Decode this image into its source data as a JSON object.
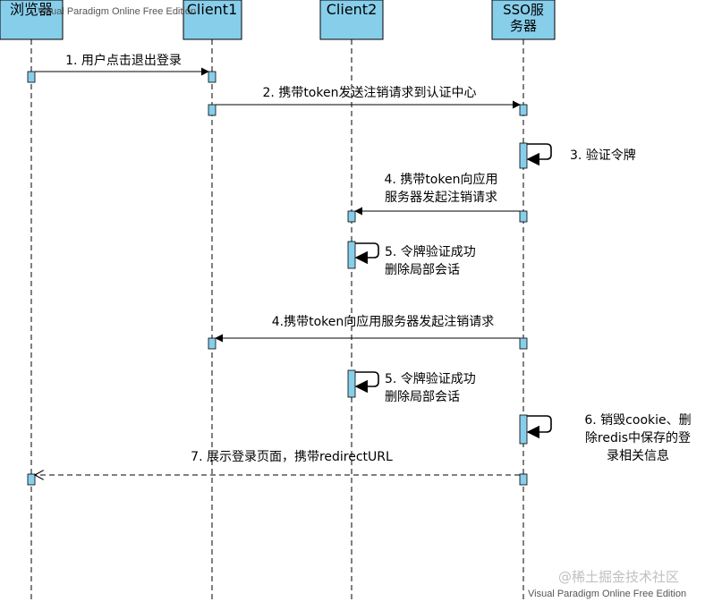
{
  "participants": [
    {
      "id": "browser",
      "label": "浏览器"
    },
    {
      "id": "client1",
      "label": "Client1"
    },
    {
      "id": "client2",
      "label": "Client2"
    },
    {
      "id": "sso",
      "label": "SSO服务器"
    }
  ],
  "messages": [
    {
      "id": "m1",
      "text": "1. 用户点击退出登录",
      "from": "browser",
      "to": "client1",
      "style": "solid"
    },
    {
      "id": "m2",
      "text": "2. 携带token发送注销请求到认证中心",
      "from": "client1",
      "to": "sso",
      "style": "solid"
    },
    {
      "id": "m3",
      "text": "3. 验证令牌",
      "from": "sso",
      "to": "sso",
      "style": "self"
    },
    {
      "id": "m4a",
      "text": "4. 携带token向应用服务器发起注销请求",
      "from": "sso",
      "to": "client2",
      "style": "solid"
    },
    {
      "id": "m5a",
      "text": "5. 令牌验证成功删除局部会话",
      "from": "client2",
      "to": "client2",
      "style": "self"
    },
    {
      "id": "m4b",
      "text": "4.携带token向应用服务器发起注销请求",
      "from": "sso",
      "to": "client1",
      "style": "solid"
    },
    {
      "id": "m5b",
      "text": "5. 令牌验证成功删除局部会话",
      "from": "client2",
      "to": "client2",
      "style": "self"
    },
    {
      "id": "m6",
      "text": "6. 销毁cookie、删除redis中保存的登录相关信息",
      "from": "sso",
      "to": "sso",
      "style": "self"
    },
    {
      "id": "m7",
      "text": "7. 展示登录页面，携带redirectURL",
      "from": "sso",
      "to": "browser",
      "style": "dashed"
    }
  ],
  "watermark_top": "Visual Paradigm Online Free Edition",
  "watermark_bottom": "Visual Paradigm Online Free Edition",
  "juejin_mark": "@稀土掘金技术社区",
  "colors": {
    "lifeline_box": "#87CEEB",
    "activation": "#87CEEB",
    "line": "#000000",
    "watermark": "#555555",
    "juejin": "#bbbbbb"
  }
}
